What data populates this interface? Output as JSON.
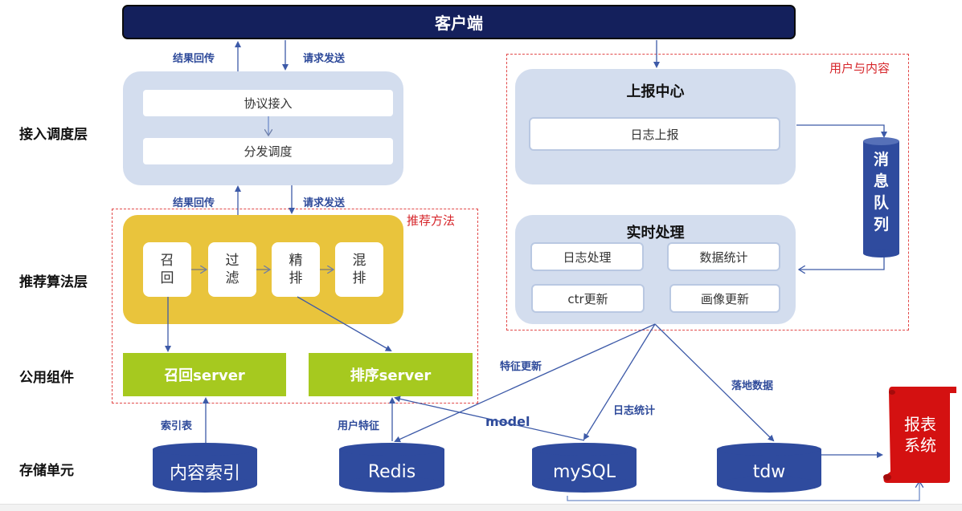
{
  "client": {
    "label": "客户端"
  },
  "layers": {
    "access": "接入调度层",
    "algorithm": "推荐算法层",
    "common": "公用组件",
    "storage": "存储单元"
  },
  "edges": {
    "result_return_top": "结果回传",
    "request_send_top": "请求发送",
    "result_return_mid": "结果回传",
    "request_send_mid": "请求发送",
    "index_table": "索引表",
    "user_features": "用户特征",
    "model": "model",
    "feature_update": "特征更新",
    "log_stats": "日志统计",
    "landing_data": "落地数据"
  },
  "access_panel": {
    "items": [
      "协议接入",
      "分发调度"
    ]
  },
  "regions": {
    "recommend_method": "推荐方法",
    "user_content": "用户与内容"
  },
  "algorithm_steps": [
    {
      "line1": "召",
      "line2": "回"
    },
    {
      "line1": "过",
      "line2": "滤"
    },
    {
      "line1": "精",
      "line2": "排"
    },
    {
      "line1": "混",
      "line2": "排"
    }
  ],
  "servers": {
    "recall": "召回server",
    "ranking": "排序server"
  },
  "report_center": {
    "title": "上报中心",
    "item": "日志上报"
  },
  "message_queue": {
    "chars": [
      "消",
      "息",
      "队",
      "列"
    ]
  },
  "realtime": {
    "title": "实时处理",
    "items": [
      "日志处理",
      "数据统计",
      "ctr更新",
      "画像更新"
    ]
  },
  "storage": {
    "content_index": "内容索引",
    "redis": "Redis",
    "mysql": "mySQL",
    "tdw": "tdw"
  },
  "report_system": {
    "line1": "报表",
    "line2": "系统"
  },
  "colors": {
    "client_bg": "#14205c",
    "panel_bg": "#d3ddee",
    "algo_bg": "#e9c43c",
    "server_green": "#a6c91f",
    "db_blue": "#2f4b9e",
    "report_red": "#d41111",
    "arrow_blue": "#3d5aa8",
    "dashed_red": "#e24a4a"
  }
}
